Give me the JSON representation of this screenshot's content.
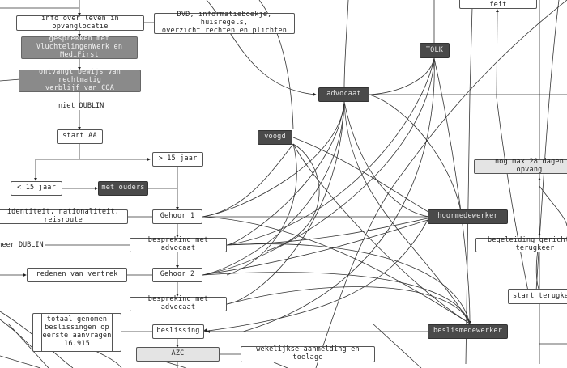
{
  "nodes": {
    "info": "info over leven in opvanglocatie",
    "dvd": "DVD, informatieboekje, huisregels,\noverzicht rechten en plichten",
    "gesprekken": "gesprekken met\nVluchtelingenWerk en MediFirst",
    "bewijs": "ontvangt bewijs van rechtmatig\nverblijf van COA",
    "start_aa": "start AA",
    "gt15": "> 15 jaar",
    "lt15": "< 15 jaar",
    "met_ouders": "met ouders",
    "identiteit": "identiteit, nationaliteit, reisroute",
    "gehoor1": "Gehoor 1",
    "bespreking1": "bespreking met advocaat",
    "redenen": "redenen van vertrek",
    "gehoor2": "Gehoor 2",
    "bespreking2": "bespreking met advocaat",
    "totaal": "totaal genomen\nbeslissingen op\neerste aanvragen\n16.915",
    "beslissing": "beslissing",
    "azc": "AZC",
    "wekelijks": "wekelijkse aanmelding en toelage",
    "strafbaar": "bij strafbaar feit",
    "tolk": "TOLK",
    "advocaat": "advocaat",
    "voogd": "voogd",
    "hoormedewerker": "hoormedewerker",
    "beslismedewerker": "beslismedewerker",
    "nog_max": "nog max 28 dagen opvang",
    "begeleiding": "begeleiding gericht op terugkeer",
    "start_terugkeer": "start terugkeer"
  },
  "labels": {
    "niet_dublin": "niet DUBLIN",
    "wanneer_dublin": "wanneer DUBLIN"
  },
  "colors": {
    "dark_node": "#4a4a4a",
    "mid_node": "#8a8a8a",
    "light_node": "#e4e4e4",
    "edge": "#333333"
  }
}
